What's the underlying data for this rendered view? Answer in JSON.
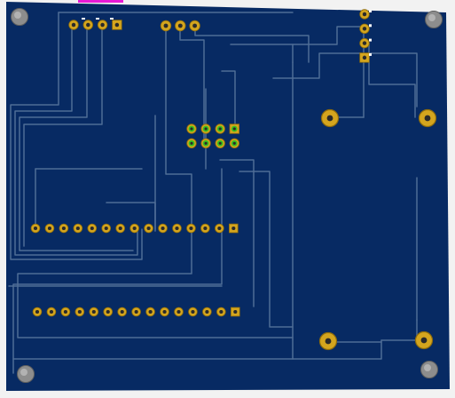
{
  "board": {
    "substrate_color": "#072a63",
    "trace_color": "#4f6d96",
    "pad_gold": "#d4a51e",
    "pad_gold_edge": "#8f6c0b",
    "drill_color": "#2a2a2a",
    "green_pad": "#39c21e",
    "mount_hole_color": "#8d8d8d",
    "marker_color": "#e81ad6"
  },
  "components": {
    "header_top_4": {
      "pins": 4,
      "pin1": "square"
    },
    "header_top_3": {
      "pins": 3
    },
    "header_right_4": {
      "pins": 4,
      "pin1": "square"
    },
    "header_2x4": {
      "rows": 2,
      "cols": 4
    },
    "row_header_upper": {
      "pins": 15
    },
    "row_header_lower": {
      "pins": 15
    },
    "large_pads": {
      "count": 4
    },
    "mount_holes": {
      "count": 4
    }
  }
}
